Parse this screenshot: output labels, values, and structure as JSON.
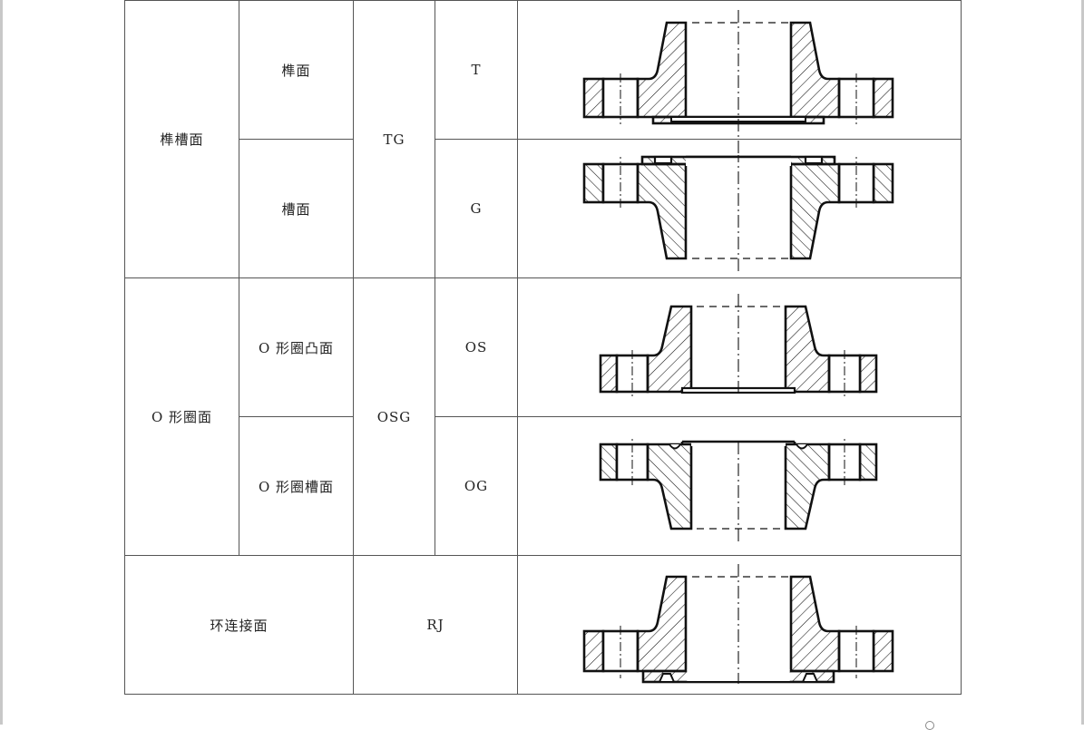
{
  "rows": [
    {
      "type": "榫槽面",
      "subtype": "榫面",
      "code": "TG",
      "facing": "T",
      "drawing": "tongue-facing-flange"
    },
    {
      "type": "榫槽面",
      "subtype": "槽面",
      "code": "TG",
      "facing": "G",
      "drawing": "groove-facing-flange"
    },
    {
      "type": "O 形圈面",
      "subtype": "O 形圈凸面",
      "code": "OSG",
      "facing": "OS",
      "drawing": "o-ring-raised-flange"
    },
    {
      "type": "O 形圈面",
      "subtype": "O 形圈槽面",
      "code": "OSG",
      "facing": "OG",
      "drawing": "o-ring-groove-flange"
    },
    {
      "type": "环连接面",
      "code": "RJ",
      "drawing": "ring-joint-flange"
    }
  ]
}
